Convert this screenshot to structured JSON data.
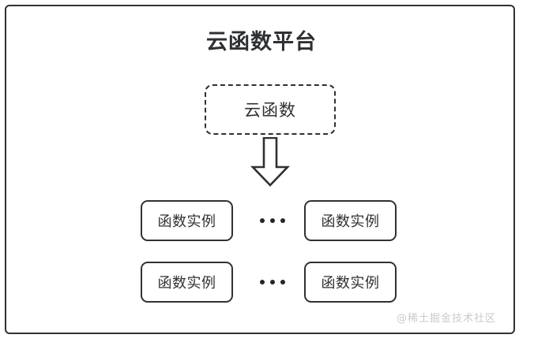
{
  "diagram": {
    "platform": {
      "title": "云函数平台",
      "border_color": "#303134",
      "background": "#ffffff"
    },
    "cloud_function_node": {
      "label": "云函数",
      "style": "dashed",
      "border_color": "#2e3033"
    },
    "arrow": {
      "name": "down-arrow-icon",
      "direction": "down",
      "style": "hollow-block",
      "color": "#2e3033"
    },
    "instance_rows": [
      {
        "left_instance": "函数实例",
        "ellipsis": "•••",
        "right_instance": "函数实例"
      },
      {
        "left_instance": "函数实例",
        "ellipsis": "•••",
        "right_instance": "函数实例"
      }
    ],
    "watermark": "@稀土掘金技术社区",
    "text_color": "#2e3033"
  }
}
